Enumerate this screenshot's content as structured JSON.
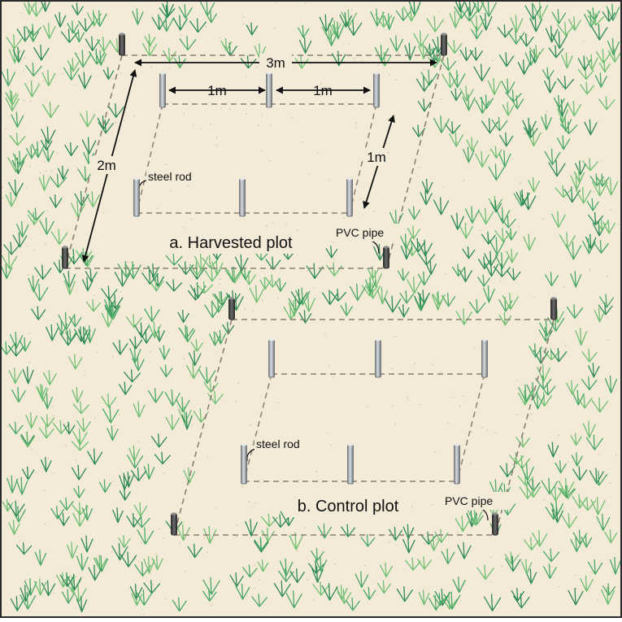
{
  "colors": {
    "background": "#f3ead7",
    "border": "#2a2a2a",
    "grass_light": "#6fbf73",
    "grass_dark": "#2e8b57",
    "dash": "#8a7f74",
    "arrow": "#111111",
    "pvc_pipe": "#4a4a4a",
    "steel_rod": "#a9aeb3"
  },
  "icons": {
    "grass": "grass-tuft-icon",
    "pvc": "pvc-pipe-icon",
    "rod": "steel-rod-icon"
  },
  "harvested": {
    "title": "a. Harvested plot",
    "dim_width": "3m",
    "dim_depth": "2m",
    "dim_rod_gap_left": "1m",
    "dim_rod_gap_right": "1m",
    "dim_rod_row_gap": "1m",
    "label_steel_rod": "steel rod",
    "label_pvc_pipe": "PVC pipe"
  },
  "control": {
    "title": "b. Control plot",
    "label_steel_rod": "steel rod",
    "label_pvc_pipe": "PVC pipe"
  }
}
